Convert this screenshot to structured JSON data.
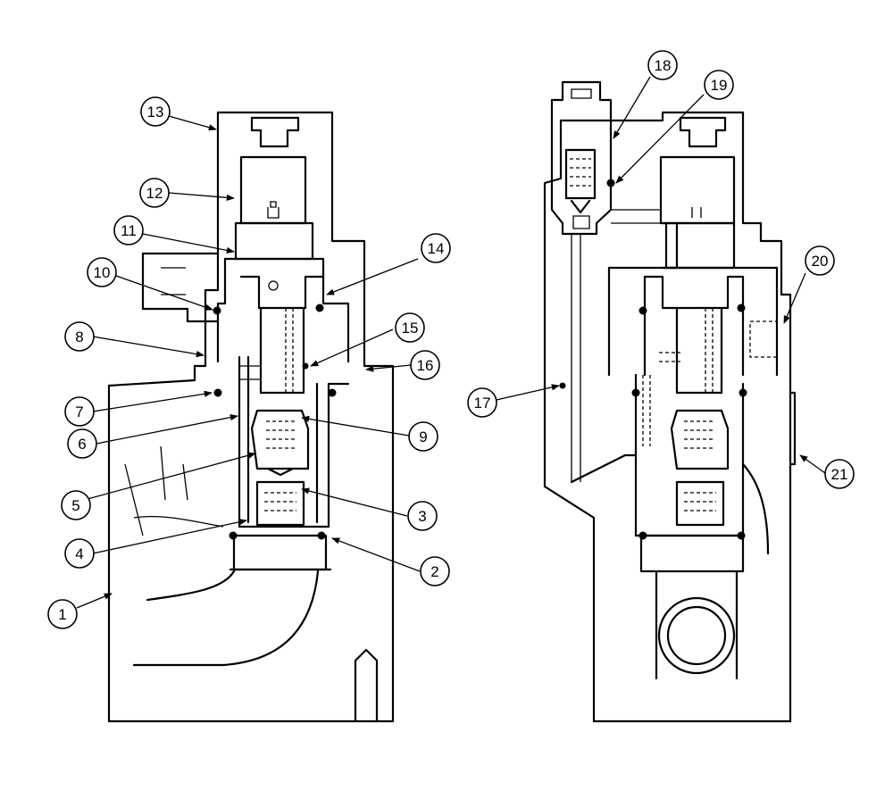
{
  "callouts": [
    {
      "label": "1"
    },
    {
      "label": "2"
    },
    {
      "label": "3"
    },
    {
      "label": "4"
    },
    {
      "label": "5"
    },
    {
      "label": "6"
    },
    {
      "label": "7"
    },
    {
      "label": "8"
    },
    {
      "label": "9"
    },
    {
      "label": "10"
    },
    {
      "label": "11"
    },
    {
      "label": "12"
    },
    {
      "label": "13"
    },
    {
      "label": "14"
    },
    {
      "label": "15"
    },
    {
      "label": "16"
    },
    {
      "label": "17"
    },
    {
      "label": "18"
    },
    {
      "label": "19"
    },
    {
      "label": "20"
    },
    {
      "label": "21"
    }
  ]
}
